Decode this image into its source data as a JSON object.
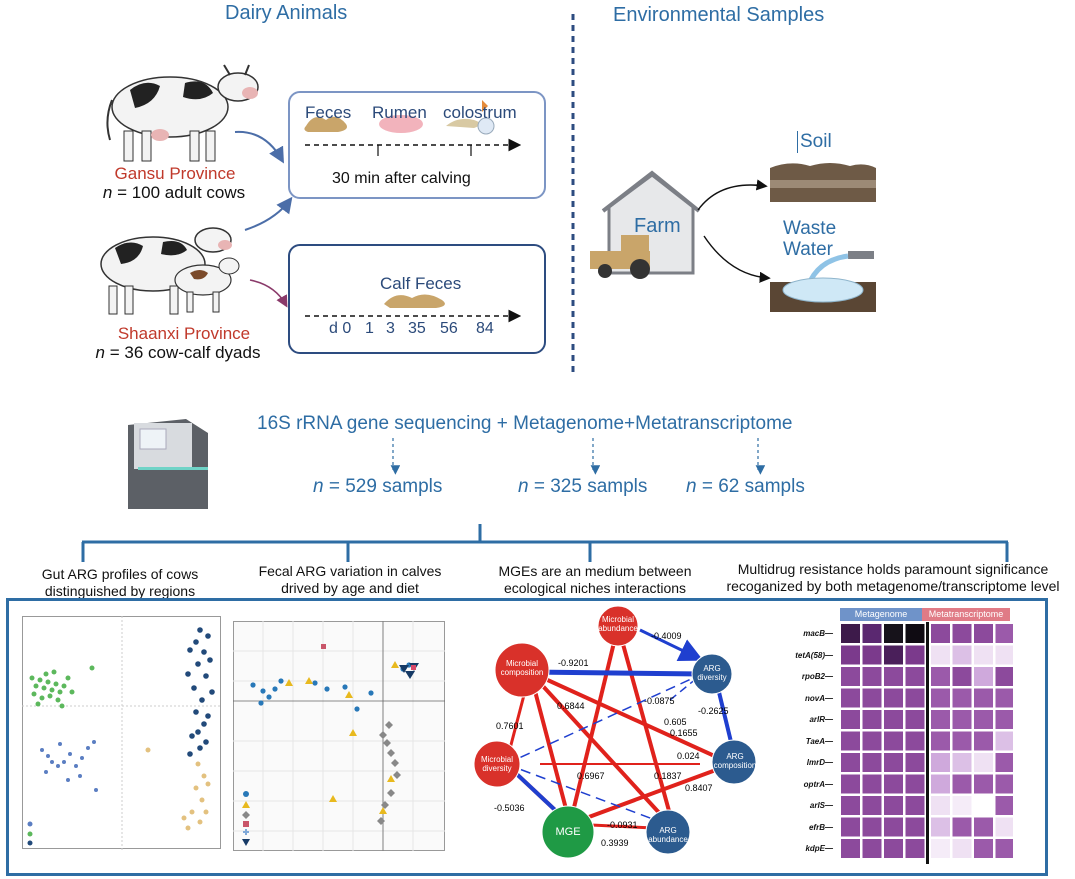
{
  "top": {
    "left_title": "Dairy Animals",
    "right_title": "Environmental Samples"
  },
  "gansu": {
    "province": "Gansu Province",
    "n_label": "n",
    "count_text": " = 100 adult cows"
  },
  "shaanxi": {
    "province": "Shaanxi Province",
    "n_label": "n",
    "count_text": " = 36 cow-calf dyads"
  },
  "adult_box": {
    "samples": [
      "Feces",
      "Rumen",
      "colostrum"
    ],
    "time_label": "30 min after calving"
  },
  "calf_box": {
    "sample": "Calf Feces",
    "days": [
      "d 0",
      "1",
      "3",
      "35",
      "56",
      "84"
    ]
  },
  "environment": {
    "farm": "Farm",
    "soil": "Soil",
    "waste_water_line1": "Waste",
    "waste_water_line2": "Water"
  },
  "sequencing": {
    "title": "16S rRNA gene sequencing + Metagenome+Metatranscriptome",
    "counts": [
      {
        "n": "n",
        "text": " = 529 sampls"
      },
      {
        "n": "n",
        "text": " = 325 sampls"
      },
      {
        "n": "n",
        "text": " = 62 sampls"
      }
    ]
  },
  "findings": [
    {
      "line1": "Gut ARG profiles of cows",
      "line2": "distinguished by regions"
    },
    {
      "line1": "Fecal ARG variation in calves",
      "line2": "drived by age and diet"
    },
    {
      "line1": "MGEs are an medium between",
      "line2": "ecological niches interactions"
    },
    {
      "line1": "Multidrug resistance holds paramount significance",
      "line2": "recoganized by both metagenome/transcriptome level"
    }
  ],
  "network": {
    "nodes": {
      "microbial_abundance": "Microbial abundance",
      "microbial_composition": "Microbial composition",
      "arg_diversity": "ARG diversity",
      "microbial_diversity": "Microbial diversity",
      "arg_composition": "ARG composition",
      "mge": "MGE",
      "arg_abundance": "ARG abundance"
    },
    "edges": [
      "-0.4009",
      "-0.9201",
      "-0.0875",
      "-0.2625",
      "0.6844",
      "0.605",
      "0.1655",
      "0.7601",
      "0.024",
      "0.6967",
      "0.1837",
      "0.8407",
      "-0.5036",
      "-0.0931",
      "0.3939"
    ]
  },
  "heatmap": {
    "col_groups": [
      "Metagenome",
      "Metatranscriptome"
    ],
    "rows": [
      "macB",
      "tetA(58)",
      "rpoB2",
      "novA",
      "arlR",
      "TaeA",
      "lmrD",
      "optrA",
      "arlS",
      "efrB",
      "kdpE"
    ],
    "colors": {
      "metagenome_header": "#6f93c9",
      "metatranscriptome_header": "#e07b86",
      "strong": "#3d1a4a",
      "mid": "#8c4a9c",
      "light": "#efe1f3"
    }
  },
  "colors": {
    "accent_blue": "#2e6da4",
    "province_red": "#c0392b",
    "node_red": "#d9312a",
    "node_navy": "#2c5b8f",
    "node_green": "#1f9a45"
  }
}
